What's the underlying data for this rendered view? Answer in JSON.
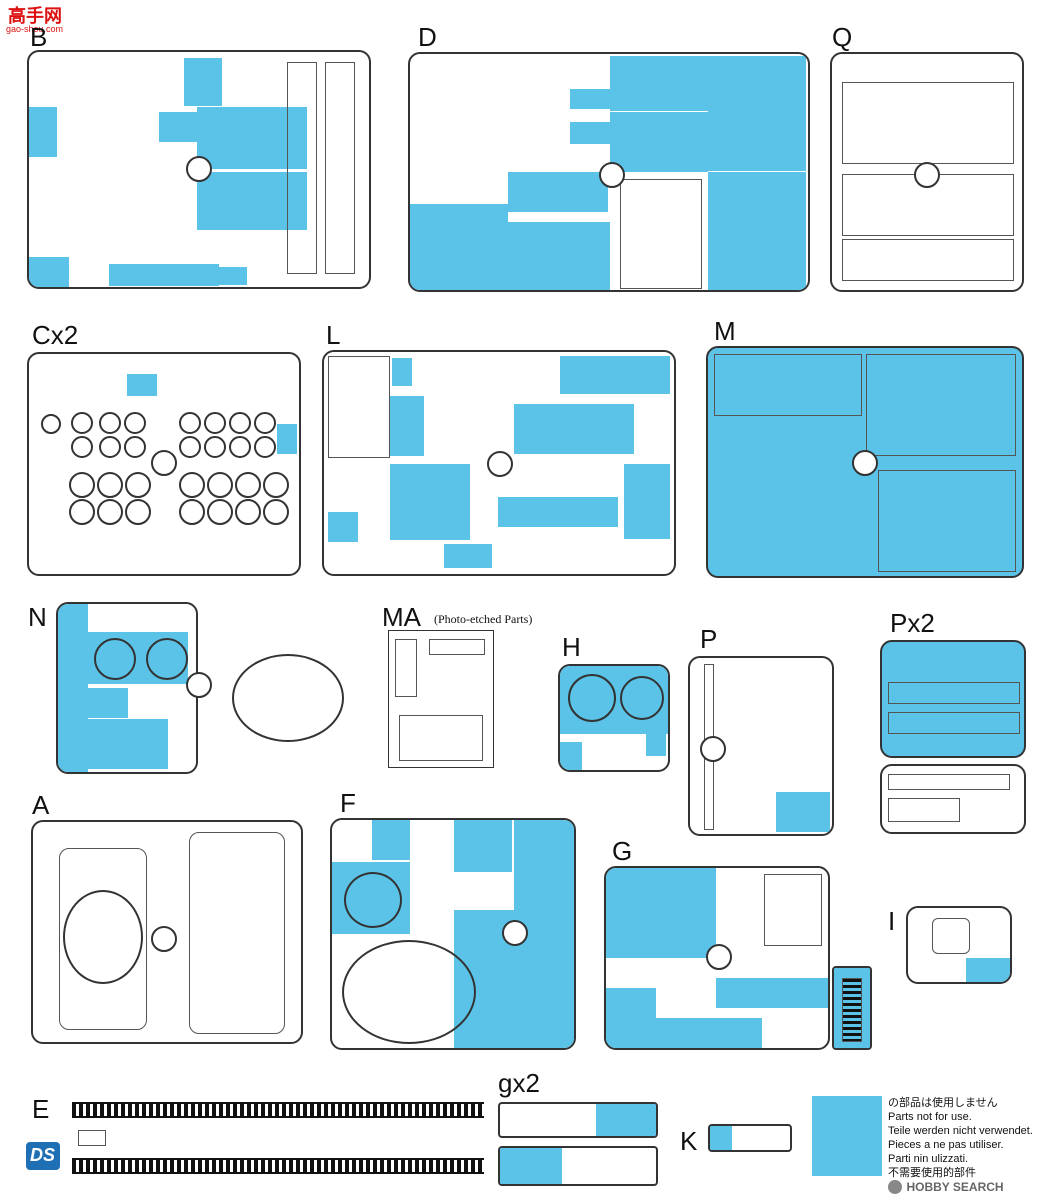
{
  "watermark": {
    "brand_cn": "高手网",
    "url": "gao-shou.com"
  },
  "sprues": {
    "B": "B",
    "D": "D",
    "Q": "Q",
    "C": "Cx2",
    "L": "L",
    "M": "M",
    "N": "N",
    "MA": "MA",
    "MA_note": "(Photo-etched Parts)",
    "H": "H",
    "P": "P",
    "Px2": "Px2",
    "A": "A",
    "F": "F",
    "G": "G",
    "I": "I",
    "E": "E",
    "gx2": "gx2",
    "K": "K"
  },
  "legend": {
    "lines": [
      "の部品は使用しません",
      "Parts not for use.",
      "Teile werden nicht verwendet.",
      "Pieces a ne pas utiliser.",
      "Parti nin ulizzati.",
      "不需要使用的部件"
    ],
    "color": "#5bc3e8"
  },
  "footer": {
    "logo_left": "DS",
    "logo_right": "HOBBY SEARCH"
  },
  "colors": {
    "unused": "#5bc3e8",
    "line": "#333333"
  }
}
